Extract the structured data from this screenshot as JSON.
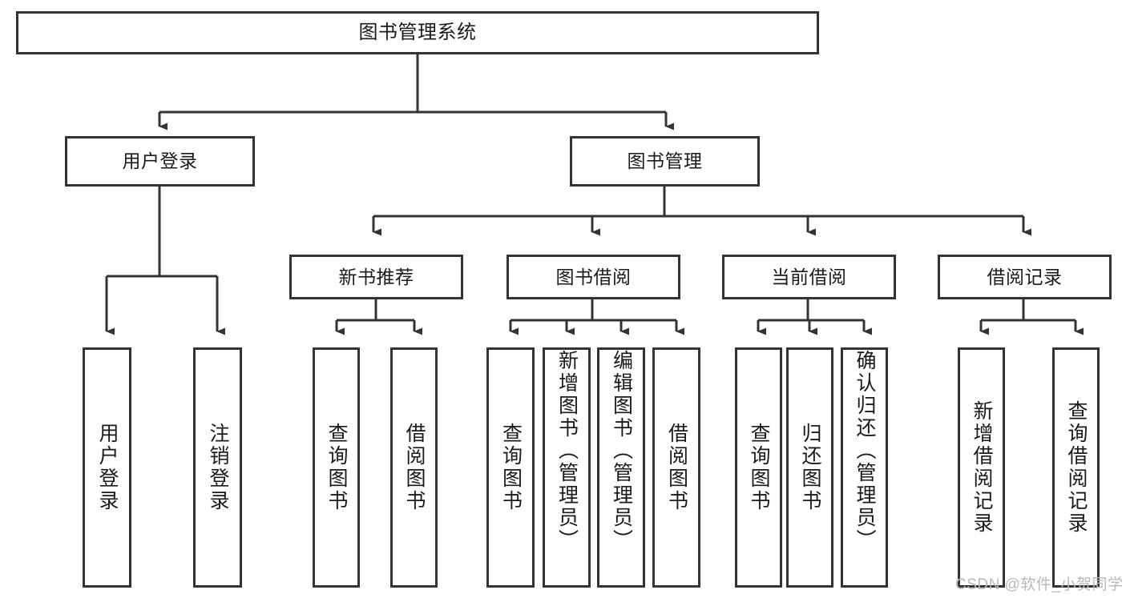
{
  "diagram": {
    "title": "图书管理系统",
    "type": "hierarchy-tree",
    "colors": {
      "box_border": "#333333",
      "box_fill": "#ffffff",
      "connector": "#333333",
      "text": "#1a1a1a",
      "watermark": "#b9b9b9",
      "background": "#ffffff"
    },
    "root": {
      "label": "图书管理系统"
    },
    "level1": [
      {
        "label": "用户登录"
      },
      {
        "label": "图书管理"
      }
    ],
    "level2": [
      {
        "label": "新书推荐"
      },
      {
        "label": "图书借阅"
      },
      {
        "label": "当前借阅"
      },
      {
        "label": "借阅记录"
      }
    ],
    "leaves": {
      "user_login": [
        {
          "label": "用户登录"
        },
        {
          "label": "注销登录"
        }
      ],
      "new_book": [
        {
          "label": "查询图书"
        },
        {
          "label": "借阅图书"
        }
      ],
      "book_borrow": [
        {
          "label": "查询图书"
        },
        {
          "label": "新增图书（管理员）"
        },
        {
          "label": "编辑图书（管理员）"
        },
        {
          "label": "借阅图书"
        }
      ],
      "current_borrow": [
        {
          "label": "查询图书"
        },
        {
          "label": "归还图书"
        },
        {
          "label": "确认归还（管理员）"
        }
      ],
      "borrow_record": [
        {
          "label": "新增借阅记录"
        },
        {
          "label": "查询借阅记录"
        }
      ]
    }
  },
  "watermark": {
    "text": "CSDN @软件_小贺同学"
  }
}
